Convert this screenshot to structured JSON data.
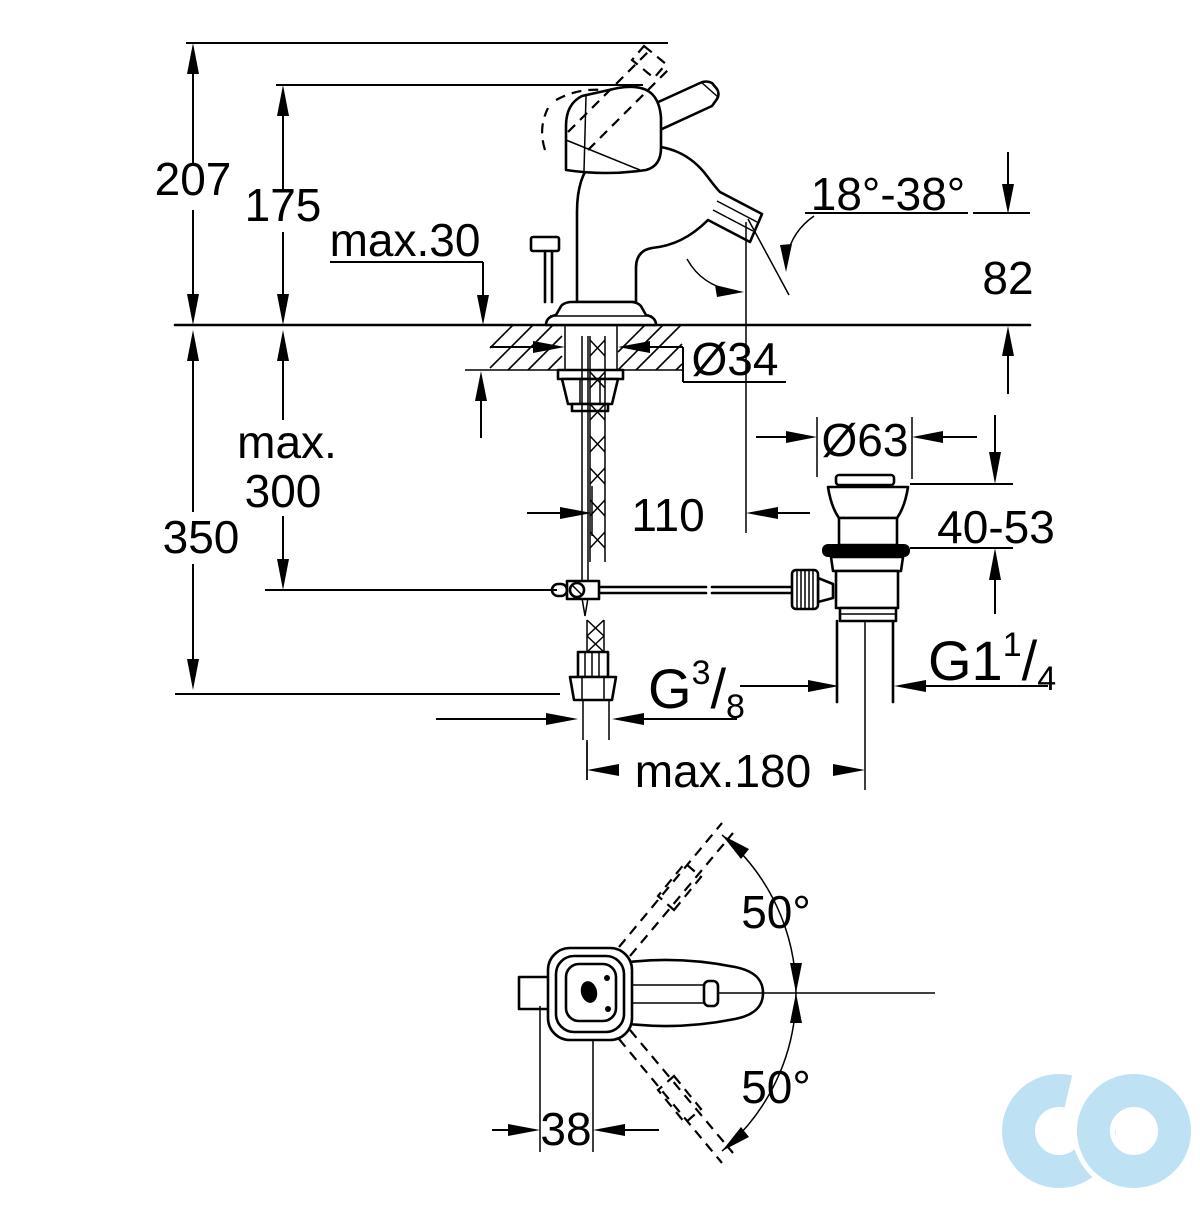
{
  "drawing": {
    "kind": "faucet installation dimension drawing",
    "background_color": "#ffffff",
    "line_color": "#000000",
    "watermark_color": "#bfe1f4",
    "dimensions": {
      "overall_height": "207",
      "height_to_lever": "175",
      "deck_thickness_max": "max.30",
      "spout_angle_range": "18°-38°",
      "spout_outlet_height": "82",
      "tap_hole_diameter": "Ø34",
      "pullrod_depth_word": "max.",
      "pullrod_depth_value": "300",
      "supply_hose_length": "350",
      "spout_reach": "110",
      "waste_flange_diameter": "Ø63",
      "waste_clamping_range": "40-53",
      "waste_thread_base": "G1",
      "waste_thread_sup": "1",
      "waste_thread_slash": "/",
      "waste_thread_sub": "4",
      "supply_thread_base": "G",
      "supply_thread_sup": "3",
      "supply_thread_slash": "/",
      "supply_thread_sub": "8",
      "rod_reach_max": "max.180",
      "handle_swivel_upper": "50°",
      "handle_swivel_lower": "50°",
      "handle_width": "38"
    }
  }
}
